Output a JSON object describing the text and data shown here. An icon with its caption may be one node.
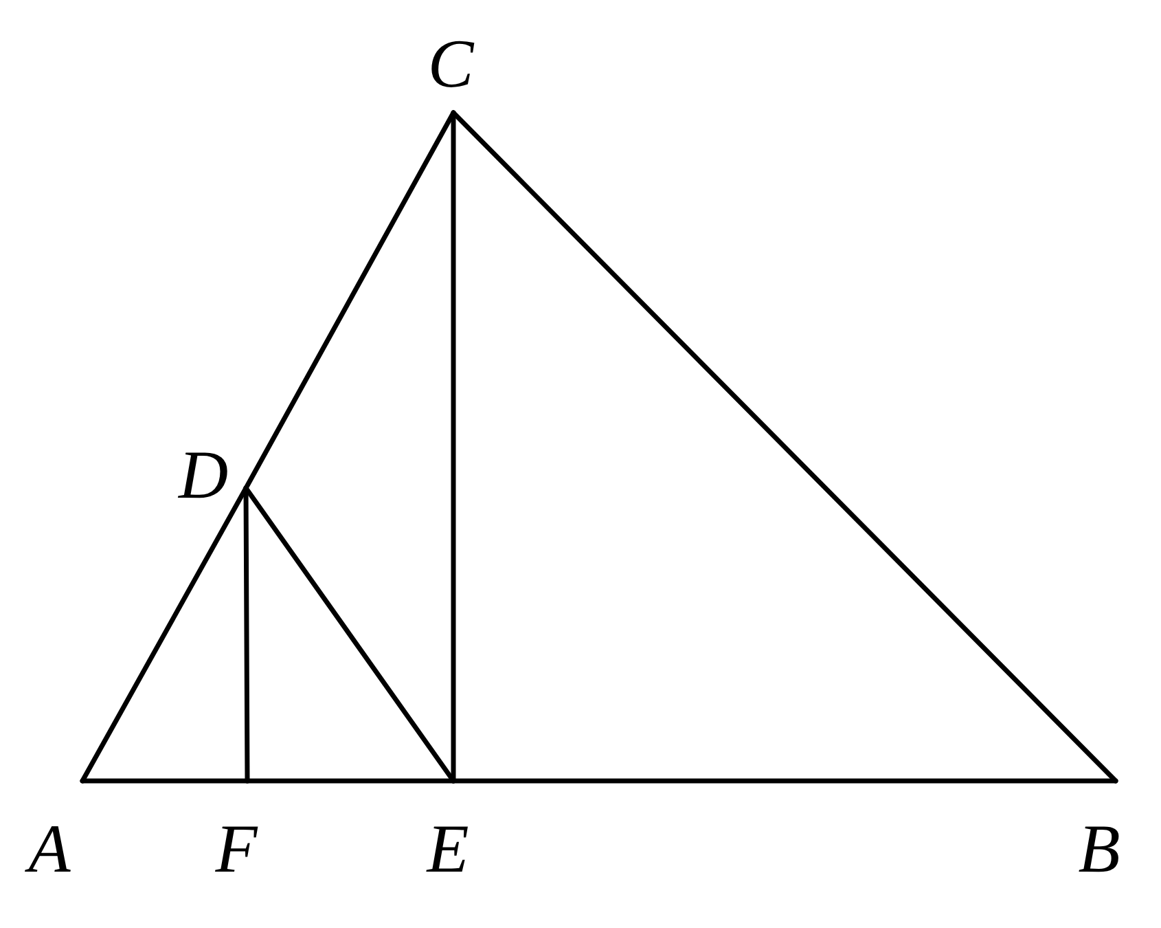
{
  "diagram": {
    "nodes": [
      {
        "text": [
          "C"
        ]
      },
      {
        "text": [
          "D"
        ]
      },
      {
        "text": [
          "A"
        ]
      },
      {
        "text": [
          "F"
        ]
      },
      {
        "text": [
          "E"
        ]
      },
      {
        "text": [
          "B"
        ]
      }
    ],
    "edges": [
      {
        "from": 0,
        "to": 1,
        "arrow": "none"
      },
      {
        "from": 1,
        "to": 2,
        "arrow": "none"
      },
      {
        "from": 0,
        "to": 5,
        "arrow": "none"
      },
      {
        "from": 2,
        "to": 3,
        "arrow": "none"
      },
      {
        "from": 3,
        "to": 4,
        "arrow": "none"
      },
      {
        "from": 4,
        "to": 5,
        "arrow": "none"
      },
      {
        "from": 0,
        "to": 4,
        "arrow": "none"
      },
      {
        "from": 1,
        "to": 3,
        "arrow": "none"
      },
      {
        "from": 1,
        "to": 4,
        "arrow": "none"
      }
    ]
  }
}
